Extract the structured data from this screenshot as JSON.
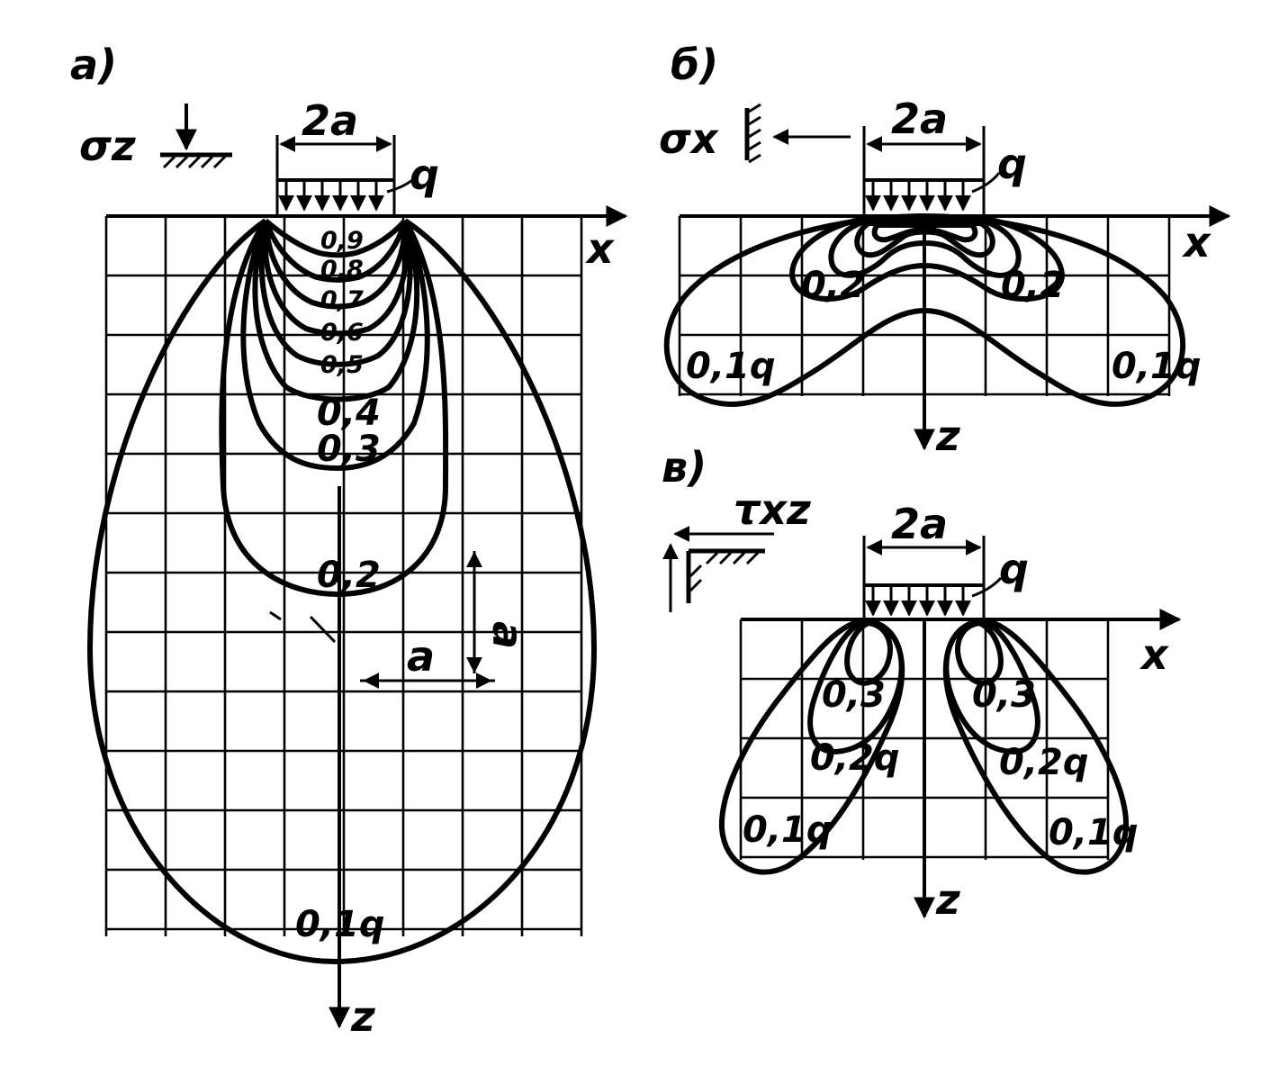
{
  "panel_a": {
    "tag": "а)",
    "stress": "σz",
    "width_label": "2a",
    "load_label": "q",
    "x_axis": "x",
    "z_axis": "z",
    "scale_h": "a",
    "scale_v": "a",
    "isobars": [
      "0,9",
      "0,8",
      "0,7",
      "0,6",
      "0,5",
      "0,4",
      "0,3",
      "0,2",
      "0,1q"
    ]
  },
  "panel_b": {
    "tag": "б)",
    "stress": "σx",
    "width_label": "2a",
    "load_label": "q",
    "x_axis": "x",
    "z_axis": "z",
    "isobars": [
      "0,2",
      "0,2",
      "0,1q",
      "0,1q"
    ]
  },
  "panel_c": {
    "tag": "в)",
    "stress": "τxz",
    "width_label": "2a",
    "load_label": "q",
    "x_axis": "x",
    "z_axis": "z",
    "isobars": [
      "0,3",
      "0,3",
      "0,2q",
      "0,2q",
      "0,1q",
      "0,1q"
    ]
  }
}
